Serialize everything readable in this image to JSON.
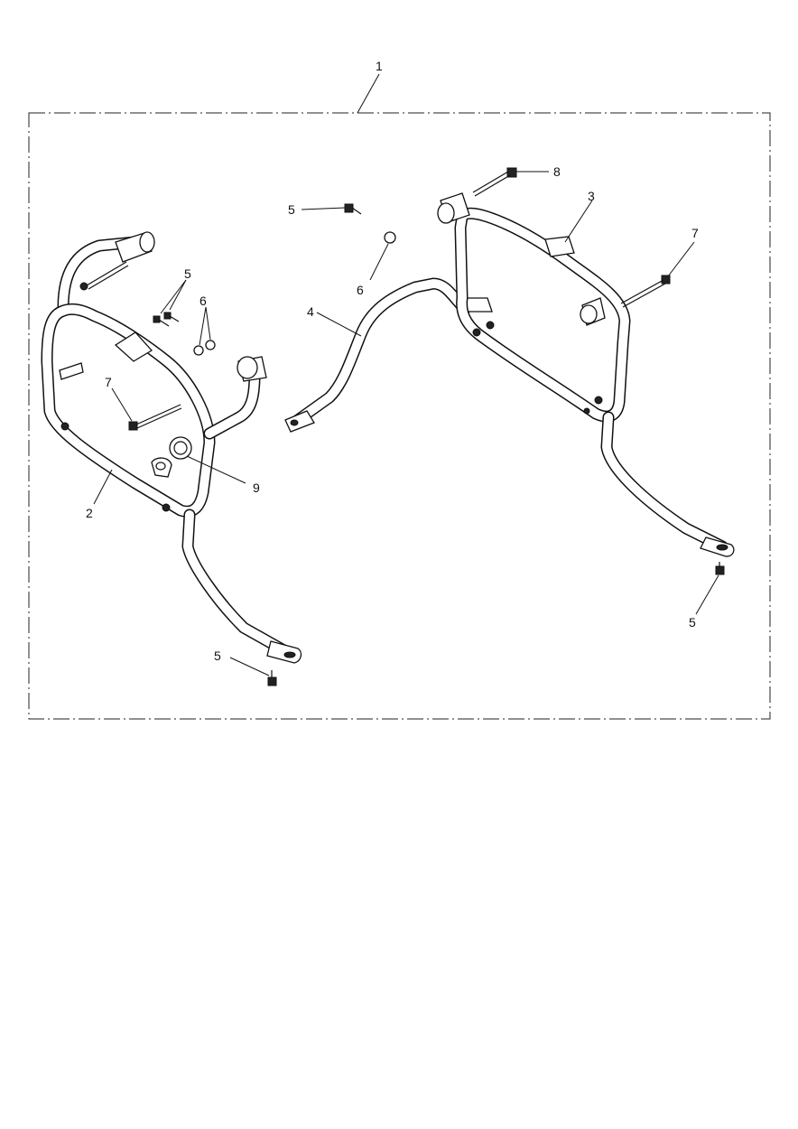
{
  "callouts": {
    "c1": "1",
    "c2": "2",
    "c3": "3",
    "c4": "4",
    "c5a": "5",
    "c5b": "5",
    "c5c": "5",
    "c5d": "5",
    "c6a": "6",
    "c6b": "6",
    "c7a": "7",
    "c7b": "7",
    "c8": "8",
    "c9": "9"
  }
}
